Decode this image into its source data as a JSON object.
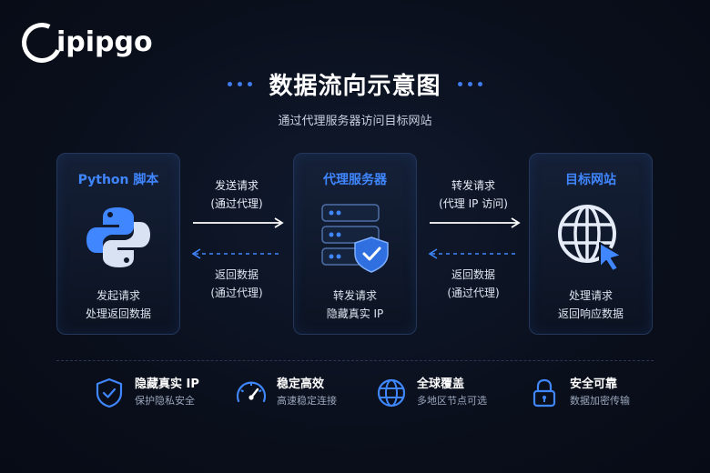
{
  "brand": {
    "name": "ipipgo"
  },
  "header": {
    "title": "数据流向示意图",
    "subtitle": "通过代理服务器访问目标网站"
  },
  "nodes": [
    {
      "title": "Python 脚本",
      "desc": [
        "发起请求",
        "处理返回数据"
      ],
      "icon": "python-icon"
    },
    {
      "title": "代理服务器",
      "desc": [
        "转发请求",
        "隐藏真实 IP"
      ],
      "icon": "server-shield-icon"
    },
    {
      "title": "目标网站",
      "desc": [
        "处理请求",
        "返回响应数据"
      ],
      "icon": "globe-cursor-icon"
    }
  ],
  "flows": {
    "left_forward": [
      "发送请求",
      "(通过代理)"
    ],
    "left_back": [
      "返回数据",
      "(通过代理)"
    ],
    "right_forward": [
      "转发请求",
      "(代理 IP 访问)"
    ],
    "right_back": [
      "返回数据",
      "(通过代理)"
    ]
  },
  "features": [
    {
      "title": "隐藏真实 IP",
      "sub": "保护隐私安全",
      "icon": "shield-check-icon"
    },
    {
      "title": "稳定高效",
      "sub": "高速稳定连接",
      "icon": "speedometer-icon"
    },
    {
      "title": "全球覆盖",
      "sub": "多地区节点可选",
      "icon": "globe-icon"
    },
    {
      "title": "安全可靠",
      "sub": "数据加密传输",
      "icon": "lock-icon"
    }
  ],
  "colors": {
    "accent": "#3f86ff",
    "background": "#0a0f1c",
    "border": "#24365a"
  }
}
